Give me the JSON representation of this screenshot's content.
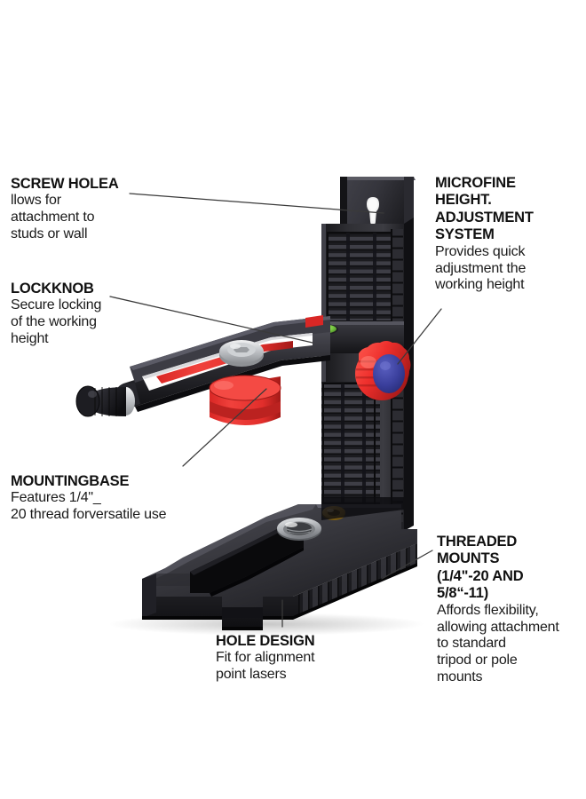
{
  "image": {
    "kind": "product-annotation-diagram",
    "subject": "laser level L-bracket magnetic wall mount",
    "background_color": "#ffffff"
  },
  "callouts": [
    {
      "id": "screw-hole",
      "title": "SCREW HOLEA",
      "body": "llows for\nattachment to\nstuds or wall",
      "position": "top-left"
    },
    {
      "id": "lockknob",
      "title": "LOCKKNOB",
      "body": "Secure locking\nof the working\nheight",
      "position": "middle-left"
    },
    {
      "id": "mountingbase",
      "title": "MOUNTINGBASE",
      "body": "Features 1/4\"_\n20 thread forversatile use",
      "position": "lower-left"
    },
    {
      "id": "microfine",
      "title": "MICROFINE\nHEIGHT.\nADJUSTMENT\nSYSTEM",
      "body": "Provides quick\nadjustment the\nworking height",
      "position": "top-right"
    },
    {
      "id": "threaded-mounts",
      "title": "THREADED\nMOUNTS\n(1/4\"-20 AND\n5/8“-11)",
      "body": "Affords flexibility,\nallowing attachment\nto standard\ntripod or pole\nmounts",
      "position": "bottom-right"
    },
    {
      "id": "hole-design",
      "title": "HOLE DESIGN",
      "body": "Fit for alignment\npoint lasers",
      "position": "bottom-center"
    }
  ],
  "colors": {
    "text": "#111111",
    "leader_line": "#3a3a3a",
    "body_black": "#2b2b2e",
    "body_black_dark": "#131316",
    "body_black_light": "#4a4a50",
    "accent_red": "#e8302f",
    "accent_red_dark": "#b81f20",
    "knob_cap_blue": "#3b3f9e",
    "metal_silver": "#b9bcc0",
    "metal_silver_light": "#e2e4e6",
    "brass": "#c79a3a",
    "bubble_green": "#7ac943"
  },
  "parts": [
    {
      "name": "screw-keyhole-slot",
      "label": "keyhole mounting slot"
    },
    {
      "name": "vertical-column",
      "label": "ribbed vertical column"
    },
    {
      "name": "red-adjust-knob",
      "label": "red micro-adjust knob with blue cap"
    },
    {
      "name": "bubble-level",
      "label": "circular bubble level"
    },
    {
      "name": "horizontal-arm",
      "label": "horizontal swing arm"
    },
    {
      "name": "lock-knob",
      "label": "black knurled lock knob"
    },
    {
      "name": "hex-screw",
      "label": "silver hex head screw"
    },
    {
      "name": "red-rotating-base",
      "label": "red rotating base puck"
    },
    {
      "name": "base-plate",
      "label": "L-bracket base plate"
    },
    {
      "name": "alignment-hole",
      "label": "alignment point hole cut-out"
    },
    {
      "name": "threaded-socket-58",
      "label": "5/8\"-11 threaded socket"
    },
    {
      "name": "threaded-insert-14",
      "label": "1/4\"-20 brass threaded insert"
    }
  ]
}
